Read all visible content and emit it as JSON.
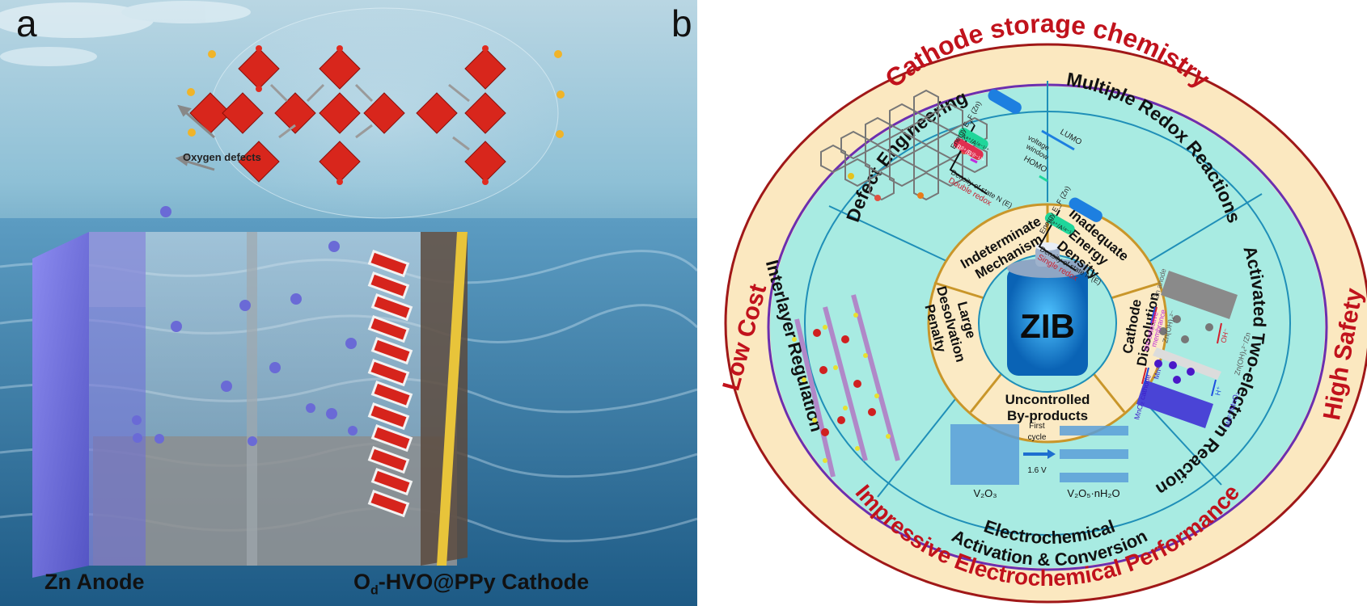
{
  "panel_a": {
    "label": "a",
    "annotation": "Oxygen defects",
    "anode_label": "Zn Anode",
    "cathode_label_main": "O",
    "cathode_label_sub": "d",
    "cathode_label_rest": "-HVO@PPy Cathode"
  },
  "panel_b": {
    "label": "b",
    "outer_ring": {
      "top": "Cathode storage chemistry",
      "left": "Low Cost",
      "right": "High Safety",
      "bottom": "Impressive Electrochemical Performance"
    },
    "strategies": [
      "Defect Engineering",
      "Multiple Redox Reactions",
      "Activated Two-electron Reaction",
      "Electrochemical",
      "Activation & Conversion",
      "Interlayer Regulation"
    ],
    "challenges": [
      [
        "Indeterminate",
        "Mechanism"
      ],
      [
        "Inadequate",
        "Energy",
        "Density"
      ],
      [
        "Cathode",
        "Dissolution"
      ],
      [
        "Uncontrolled",
        "By-products"
      ],
      [
        "Large",
        "Desolvation",
        "Penalty"
      ]
    ],
    "center": "ZIB",
    "redox_panel": {
      "energy_axis": "Energy E_F (Zn)",
      "dos_axis": "Density of state N (E)",
      "double": "Double redox",
      "single": "Single redox",
      "lumo": "LUMO",
      "homo": "HOMO",
      "window1": "voltage",
      "window2": "window",
      "couple_a": "Aᵃ⁺/A⁽ᵃ⁻¹⁾⁺",
      "couple_b": "Bᵝ⁺/B⁽ᵝ⁻¹⁾⁺"
    },
    "two_electron_panel": {
      "zn_anode": "Zn anode",
      "zincate": "Zn(OH)₄²⁻",
      "zincate_zn": "Zn(OH)₄²⁻/Zn",
      "oh": "OH⁻",
      "membrane1": "ion-selective",
      "membrane2": "membrance",
      "mn": "Mn²⁺",
      "h": "H⁺",
      "mno2_cathode": "MnO₂ cathode",
      "mn_couple": "Mn²⁺/MnO₂"
    },
    "activation_panel": {
      "arrow_top1": "First",
      "arrow_top2": "cycle",
      "arrow_bottom": "1.6 V",
      "left_material": "V₂O₃",
      "right_material": "V₂O₅·nH₂O"
    },
    "colors": {
      "outer_ring": "#fbe8c0",
      "outer_border": "#a01818",
      "purple_ring": "#6b2fb0",
      "strategy_fill": "#a8ebe2",
      "divider": "#1f8fb8",
      "challenge_fill": "#fbeac4",
      "challenge_border": "#c9962a",
      "title_red": "#c1121c"
    }
  }
}
